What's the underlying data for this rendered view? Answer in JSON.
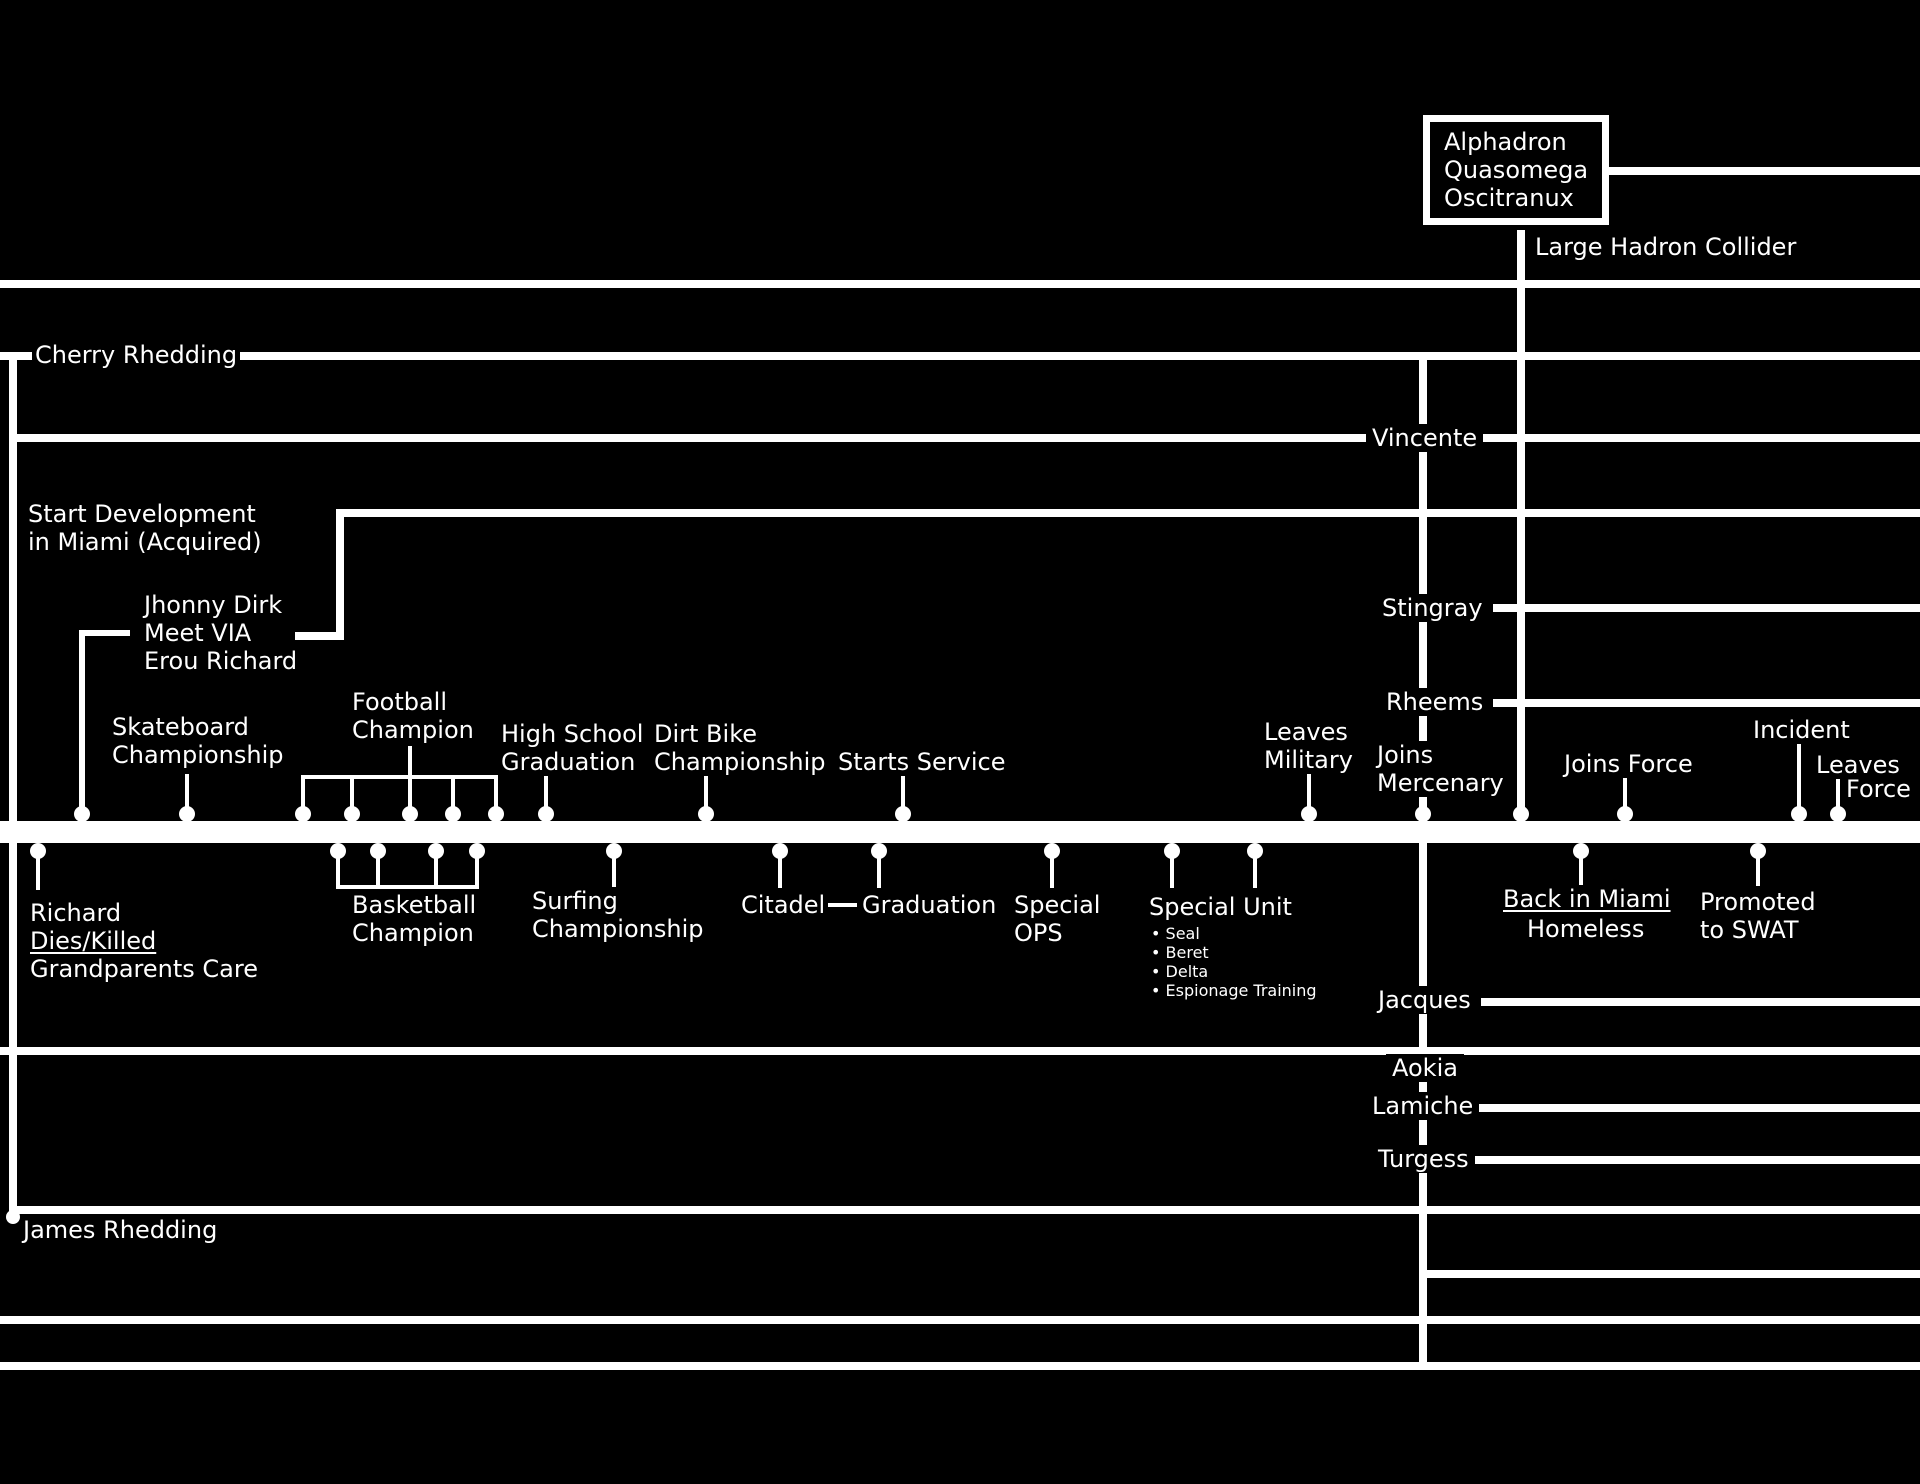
{
  "box": {
    "lines": [
      "Alphadron",
      "Quasomega",
      "Oscitranux"
    ]
  },
  "labels": {
    "large_hadron": "Large Hadron Collider",
    "cherry": "Cherry Rhedding",
    "vincente": "Vincente",
    "start_dev_1": "Start Development",
    "start_dev_2": "in Miami (Acquired)",
    "jhonny_1": "Jhonny Dirk",
    "jhonny_2": "Meet VIA",
    "jhonny_3": "Erou Richard",
    "stingray": "Stingray",
    "rheems": "Rheems",
    "skateboard_1": "Skateboard",
    "skateboard_2": "Championship",
    "football_1": "Football",
    "football_2": "Champion",
    "highschool_1": "High School",
    "highschool_2": "Graduation",
    "dirtbike_1": "Dirt Bike",
    "dirtbike_2": "Championship",
    "starts_service": "Starts Service",
    "leaves_military_1": "Leaves",
    "leaves_military_2": "Military",
    "joins_merc_1": "Joins",
    "joins_merc_2": "Mercenary",
    "joins_force": "Joins Force",
    "incident": "Incident",
    "leaves_force_1": "Leaves",
    "leaves_force_2": "Force",
    "richard_1": "Richard",
    "richard_2": "Dies/Killed",
    "richard_3": "Grandparents Care",
    "basketball_1": "Basketball",
    "basketball_2": "Champion",
    "surfing_1": "Surfing",
    "surfing_2": "Championship",
    "citadel": "Citadel",
    "graduation": "Graduation",
    "special_ops_1": "Special",
    "special_ops_2": "OPS",
    "special_unit": "Special Unit",
    "special_unit_items": [
      "Seal",
      "Beret",
      "Delta",
      "Espionage Training"
    ],
    "back_miami_1": "Back in Miami",
    "back_miami_2": "Homeless",
    "swat_1": "Promoted",
    "swat_2": "to SWAT",
    "jacques": "Jacques",
    "aokia": "Aokia",
    "lamiche": "Lamiche",
    "turgess": "Turgess",
    "james": "James Rhedding"
  }
}
